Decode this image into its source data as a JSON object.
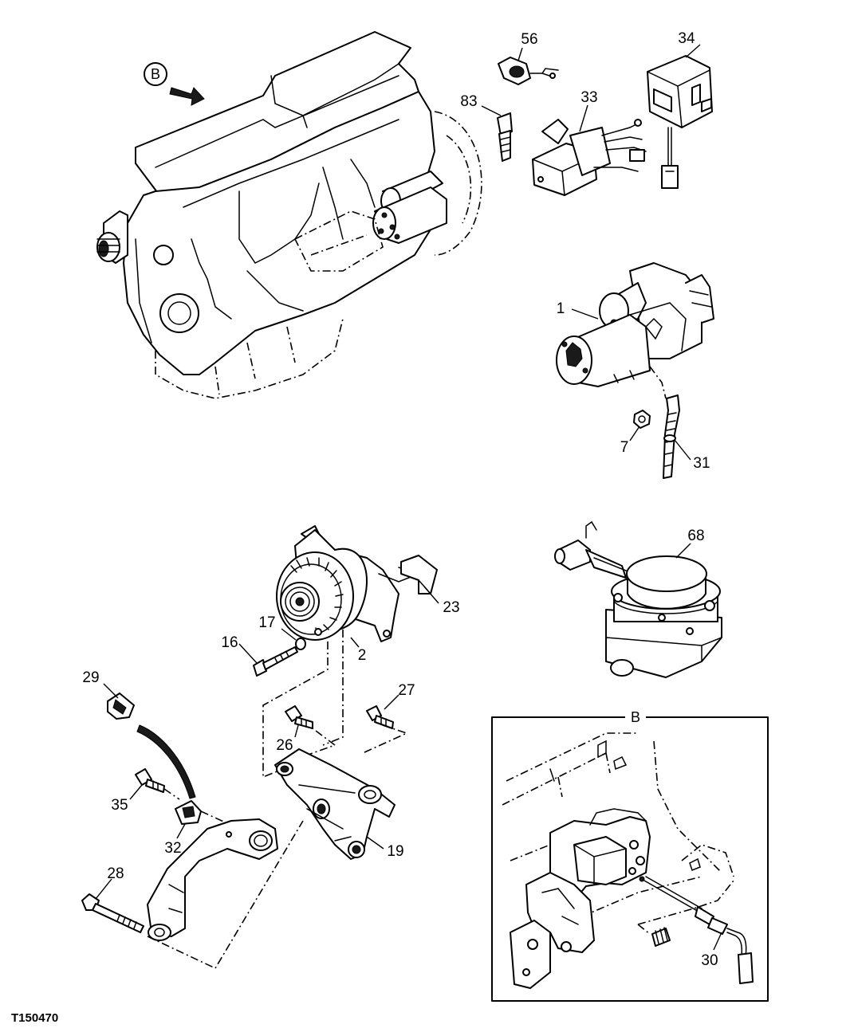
{
  "figure_id": "T150470",
  "view_marker": "B",
  "detail_box_label": "B",
  "callouts": [
    {
      "id": "c56",
      "number": "56"
    },
    {
      "id": "c34",
      "number": "34"
    },
    {
      "id": "c83",
      "number": "83"
    },
    {
      "id": "c33",
      "number": "33"
    },
    {
      "id": "c1",
      "number": "1"
    },
    {
      "id": "c7",
      "number": "7"
    },
    {
      "id": "c31",
      "number": "31"
    },
    {
      "id": "c68",
      "number": "68"
    },
    {
      "id": "c17",
      "number": "17"
    },
    {
      "id": "c23",
      "number": "23"
    },
    {
      "id": "c16",
      "number": "16"
    },
    {
      "id": "c2",
      "number": "2"
    },
    {
      "id": "c29",
      "number": "29"
    },
    {
      "id": "c27",
      "number": "27"
    },
    {
      "id": "c26",
      "number": "26"
    },
    {
      "id": "c35",
      "number": "35"
    },
    {
      "id": "c32",
      "number": "32"
    },
    {
      "id": "c19",
      "number": "19"
    },
    {
      "id": "c28",
      "number": "28"
    },
    {
      "id": "c30",
      "number": "30"
    }
  ]
}
